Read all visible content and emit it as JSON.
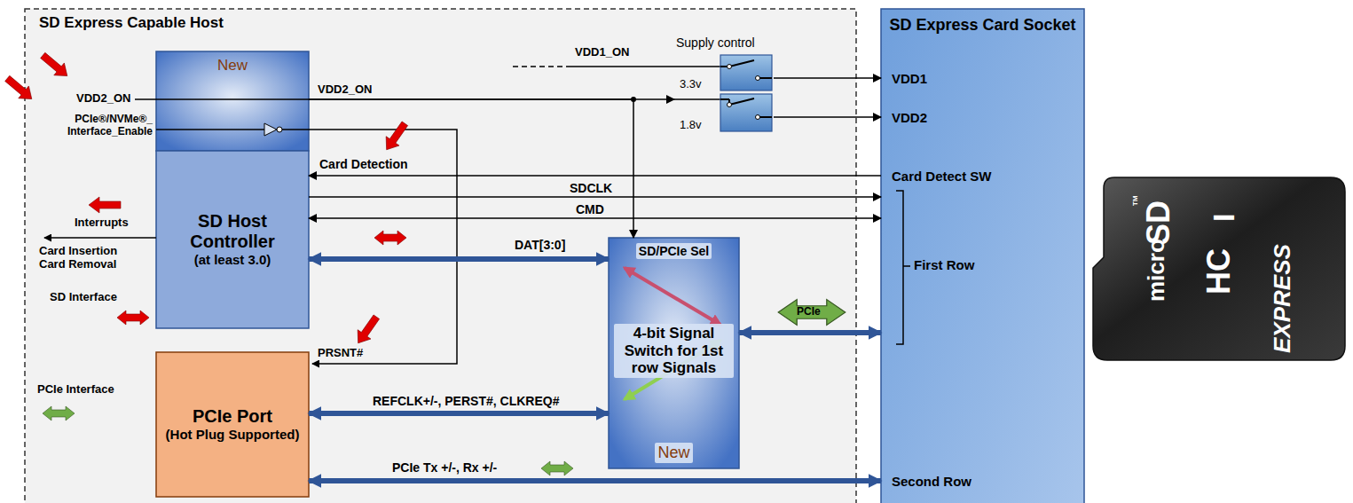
{
  "diagram": {
    "nodes": [
      {
        "text": [
          "SD Express Capable Host"
        ]
      },
      {
        "text": [
          "New"
        ],
        "in": 0
      },
      {
        "text": [
          "SD Host Controller",
          "(at least 3.0)"
        ],
        "in": 0
      },
      {
        "text": [
          "PCIe Port",
          "(Hot Plug Supported)"
        ],
        "in": 0
      },
      {
        "text": [
          "SD/PCIe Sel",
          "4-bit Signal Switch for 1st row Signals",
          "New"
        ],
        "in": 0
      },
      {
        "text": [
          "Supply control",
          "3.3v",
          "1.8v"
        ],
        "in": 0
      },
      {
        "text": [
          "SD Express Card Socket"
        ]
      }
    ],
    "edges": [
      {
        "from": 1,
        "to": 5,
        "arrow": "to",
        "label": "VDD2_ON"
      },
      {
        "from": 1,
        "to": 4,
        "arrow": "to"
      },
      {
        "from": 5,
        "to": 6,
        "arrow": "to"
      },
      {
        "from": 5,
        "to": 6,
        "arrow": "to"
      },
      {
        "from": 6,
        "to": 2,
        "arrow": "to",
        "label": "Card Detection"
      },
      {
        "from": 2,
        "to": 6,
        "arrow": "to",
        "label": "SDCLK"
      },
      {
        "from": 2,
        "to": 6,
        "arrow": "both",
        "label": "CMD"
      },
      {
        "from": 2,
        "to": 4,
        "arrow": "both",
        "label": "DAT[3:0]"
      },
      {
        "from": 4,
        "to": 6,
        "arrow": "both"
      },
      {
        "from": 3,
        "to": 4,
        "arrow": "both",
        "label": "REFCLK+/-, PERST#, CLKREQ#"
      },
      {
        "from": 3,
        "to": 6,
        "arrow": "both",
        "label": "PCIe Tx +/-, Rx +/-"
      }
    ],
    "labels": [
      "VDD1_ON",
      "VDD2_ON",
      "PCIe®/NVMe®_ Interface_Enable",
      "Interrupts",
      "Card Insertion Card Removal",
      "SD Interface",
      "PCIe Interface",
      "PRSNT#",
      "PCIe",
      "VDD1",
      "VDD2",
      "Card Detect SW",
      "First Row",
      "Second Row",
      "micro",
      "SD",
      "TM",
      "HC",
      "I",
      "EXPRESS"
    ]
  }
}
